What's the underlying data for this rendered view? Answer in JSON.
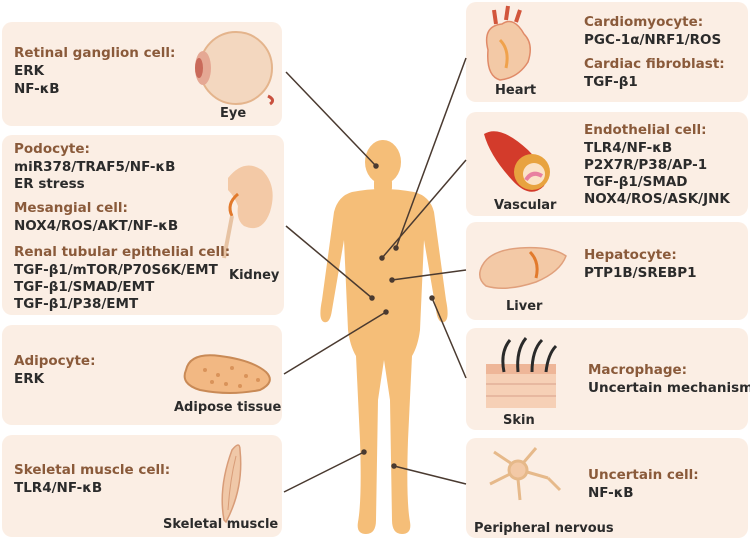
{
  "panels": {
    "eye": {
      "header": "Retinal ganglion cell:",
      "lines": [
        "ERK",
        "NF-κB"
      ],
      "organ": "Eye"
    },
    "kidney": {
      "organ": "Kidney",
      "podocyte_header": "Podocyte:",
      "podocyte_lines": [
        "miR378/TRAF5/NF-κB",
        "ER stress"
      ],
      "mesangial_header": "Mesangial cell:",
      "mesangial_lines": [
        "NOX4/ROS/AKT/NF-κB"
      ],
      "tubular_header": "Renal tubular epithelial cell:",
      "tubular_lines": [
        "TGF-β1/mTOR/P70S6K/EMT",
        "TGF-β1/SMAD/EMT",
        "TGF-β1/P38/EMT"
      ]
    },
    "adipose": {
      "header": "Adipocyte:",
      "lines": [
        "ERK"
      ],
      "organ": "Adipose tissue"
    },
    "skeletal": {
      "header": "Skeletal muscle cell:",
      "lines": [
        "TLR4/NF-κB"
      ],
      "organ": "Skeletal muscle"
    },
    "heart": {
      "organ": "Heart",
      "cardio_header": "Cardiomyocyte:",
      "cardio_lines": [
        "PGC-1α/NRF1/ROS"
      ],
      "fibro_header": "Cardiac fibroblast:",
      "fibro_lines": [
        "TGF-β1"
      ]
    },
    "vascular": {
      "organ": "Vascular",
      "header": "Endothelial cell:",
      "lines": [
        "TLR4/NF-κB",
        "P2X7R/P38/AP-1",
        "TGF-β1/SMAD",
        "NOX4/ROS/ASK/JNK"
      ]
    },
    "liver": {
      "header": "Hepatocyte:",
      "lines": [
        "PTP1B/SREBP1"
      ],
      "organ": "Liver"
    },
    "skin": {
      "header": "Macrophage:",
      "lines": [
        "Uncertain mechanism"
      ],
      "organ": "Skin"
    },
    "nervous": {
      "header": "Uncertain cell:",
      "lines": [
        "NF-κB"
      ],
      "organ": "Peripheral nervous"
    }
  },
  "colors": {
    "panel_bg": "#fbeee4",
    "header_text": "#8a5a3a",
    "body_silhouette": "#f5be78",
    "connector": "#4a3a30"
  }
}
